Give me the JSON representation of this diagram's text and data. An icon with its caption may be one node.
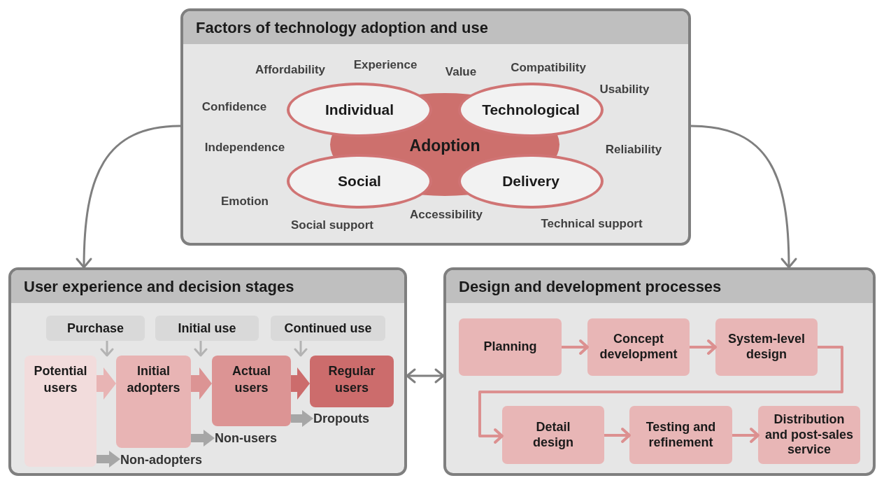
{
  "diagram": {
    "nodes": [
      {
        "text": [
          "Factors of technology adoption and use"
        ]
      },
      {
        "text": [
          "Adoption"
        ],
        "in": 0
      },
      {
        "text": [
          "Individual"
        ],
        "in": 0
      },
      {
        "text": [
          "Technological"
        ],
        "in": 0
      },
      {
        "text": [
          "Social"
        ],
        "in": 0
      },
      {
        "text": [
          "Delivery"
        ],
        "in": 0
      },
      {
        "text": [
          "User experience and decision stages"
        ]
      },
      {
        "text": [
          "Purchase"
        ],
        "in": 6
      },
      {
        "text": [
          "Initial use"
        ],
        "in": 6
      },
      {
        "text": [
          "Continued use"
        ],
        "in": 6
      },
      {
        "text": [
          "Potential users"
        ],
        "in": 6
      },
      {
        "text": [
          "Initial adopters"
        ],
        "in": 6
      },
      {
        "text": [
          "Actual users"
        ],
        "in": 6
      },
      {
        "text": [
          "Regular users"
        ],
        "in": 6
      },
      {
        "text": [
          "Non-adopters"
        ],
        "in": 6
      },
      {
        "text": [
          "Non-users"
        ],
        "in": 6
      },
      {
        "text": [
          "Dropouts"
        ],
        "in": 6
      },
      {
        "text": [
          "Design and development processes"
        ]
      },
      {
        "text": [
          "Planning"
        ],
        "in": 17
      },
      {
        "text": [
          "Concept development"
        ],
        "in": 17
      },
      {
        "text": [
          "System-level design"
        ],
        "in": 17
      },
      {
        "text": [
          "Detail design"
        ],
        "in": 17
      },
      {
        "text": [
          "Testing and refinement"
        ],
        "in": 17
      },
      {
        "text": [
          "Distribution and post-sales service"
        ],
        "in": 17
      }
    ],
    "edges": [
      {
        "from": 0,
        "to": 6,
        "arrow": "to",
        "color": "#7f7f7f"
      },
      {
        "from": 0,
        "to": 17,
        "arrow": "to",
        "color": "#7f7f7f"
      },
      {
        "from": 6,
        "to": 17,
        "arrow": "both",
        "color": "#7f7f7f"
      },
      {
        "from": 7,
        "to": 11,
        "arrow": "to",
        "color": "#b3b3b3"
      },
      {
        "from": 8,
        "to": 12,
        "arrow": "to",
        "color": "#b3b3b3"
      },
      {
        "from": 9,
        "to": 13,
        "arrow": "to",
        "color": "#b3b3b3"
      },
      {
        "from": 10,
        "to": 11,
        "arrow": "to",
        "style": "thick",
        "color": "#e8b4b4"
      },
      {
        "from": 11,
        "to": 12,
        "arrow": "to",
        "style": "thick",
        "color": "#dc9494"
      },
      {
        "from": 12,
        "to": 13,
        "arrow": "to",
        "style": "thick",
        "color": "#cc6c6c"
      },
      {
        "from": 10,
        "to": 14,
        "arrow": "to",
        "style": "thick",
        "color": "#a6a6a6"
      },
      {
        "from": 11,
        "to": 15,
        "arrow": "to",
        "style": "thick",
        "color": "#a6a6a6"
      },
      {
        "from": 12,
        "to": 16,
        "arrow": "to",
        "style": "thick",
        "color": "#a6a6a6"
      },
      {
        "from": 18,
        "to": 19,
        "arrow": "to",
        "color": "#dc9090"
      },
      {
        "from": 19,
        "to": 20,
        "arrow": "to",
        "color": "#dc9090"
      },
      {
        "from": 20,
        "to": 21,
        "arrow": "to",
        "color": "#dc9090"
      },
      {
        "from": 21,
        "to": 22,
        "arrow": "to",
        "color": "#dc9090"
      },
      {
        "from": 22,
        "to": 23,
        "arrow": "to",
        "color": "#dc9090"
      }
    ],
    "labels": [
      "Affordability",
      "Experience",
      "Value",
      "Compatibility",
      "Usability",
      "Confidence",
      "Independence",
      "Reliability",
      "Emotion",
      "Social support",
      "Accessibility",
      "Technical support"
    ]
  }
}
